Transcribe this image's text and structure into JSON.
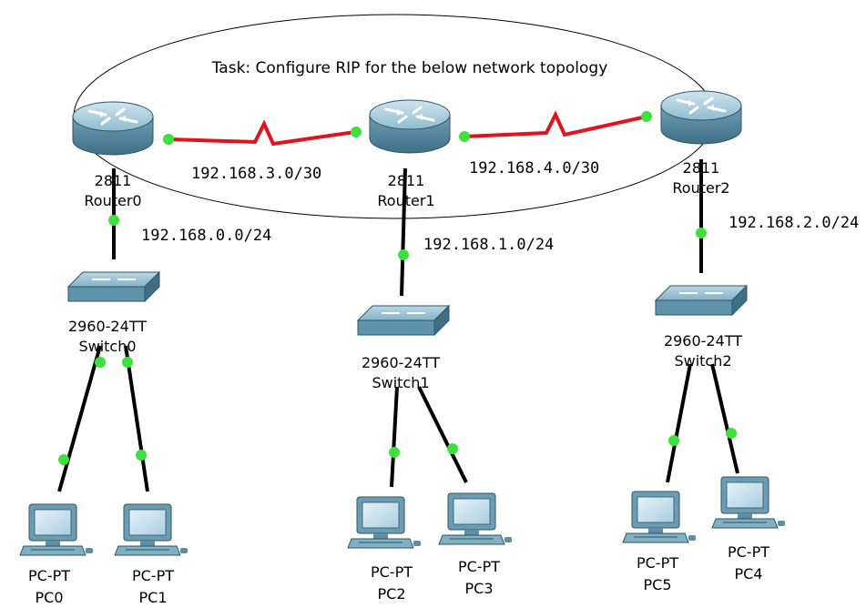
{
  "task": "Task: Configure RIP for the below network topology",
  "routers": [
    {
      "id": "r0",
      "model": "2811",
      "name": "Router0"
    },
    {
      "id": "r1",
      "model": "2811",
      "name": "Router1"
    },
    {
      "id": "r2",
      "model": "2811",
      "name": "Router2"
    }
  ],
  "switches": [
    {
      "id": "s0",
      "model": "2960-24TT",
      "name": "Switch0"
    },
    {
      "id": "s1",
      "model": "2960-24TT",
      "name": "Switch1"
    },
    {
      "id": "s2",
      "model": "2960-24TT",
      "name": "Switch2"
    }
  ],
  "pcs": [
    {
      "id": "pc0",
      "model": "PC-PT",
      "name": "PC0"
    },
    {
      "id": "pc1",
      "model": "PC-PT",
      "name": "PC1"
    },
    {
      "id": "pc2",
      "model": "PC-PT",
      "name": "PC2"
    },
    {
      "id": "pc3",
      "model": "PC-PT",
      "name": "PC3"
    },
    {
      "id": "pc5",
      "model": "PC-PT",
      "name": "PC5"
    },
    {
      "id": "pc4",
      "model": "PC-PT",
      "name": "PC4"
    }
  ],
  "networks": {
    "r0_r1": "192.168.3.0/30",
    "r1_r2": "192.168.4.0/30",
    "lan0": "192.168.0.0/24",
    "lan1": "192.168.1.0/24",
    "lan2": "192.168.2.0/24"
  },
  "colors": {
    "serial_link": "#e0141e",
    "ethernet_link": "#000000",
    "port_up": "#3ee03e",
    "device_body": "#7fb0c4"
  }
}
